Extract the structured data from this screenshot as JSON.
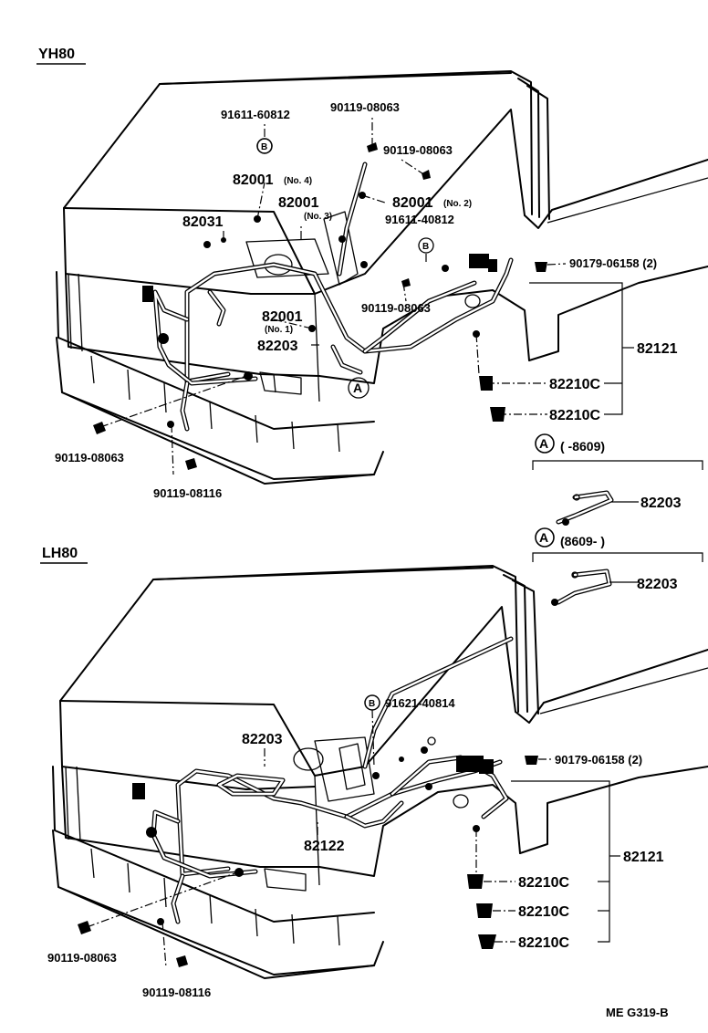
{
  "sections": {
    "top": {
      "title": "YH80"
    },
    "bottom": {
      "title": "LH80"
    }
  },
  "labels": {
    "p91611_60812": "91611-60812",
    "p90119_08063_a": "90119-08063",
    "p90119_08063_b": "90119-08063",
    "p82001_no4": "82001",
    "p82001_no4_note": "(No. 4)",
    "p82001_no3": "82001",
    "p82001_no3_note": "(No. 3)",
    "p82001_no2": "82001",
    "p82001_no2_note": "(No. 2)",
    "p91611_40812": "91611-40812",
    "p82031": "82031",
    "p90179_06158_top": "90179-06158 (2)",
    "p90119_08063_c": "90119-08063",
    "p82001_no1": "82001",
    "p82001_no1_note": "(No. 1)",
    "p82203_top": "82203",
    "p82121_top": "82121",
    "p82210c_top1": "82210C",
    "p82210c_top2": "82210C",
    "p90119_08063_d": "90119-08063",
    "p90119_08116_top": "90119-08116",
    "inset1_range": "(       -8609)",
    "inset1_part": "82203",
    "inset2_range": "(8609-        )",
    "inset2_part": "82203",
    "p82203_bottom": "82203",
    "p91621_40814": "91621-40814",
    "p90179_06158_bottom": "90179-06158 (2)",
    "p82122": "82122",
    "p82121_bottom": "82121",
    "p82210c_bot1": "82210C",
    "p82210c_bot2": "82210C",
    "p82210c_bot3": "82210C",
    "p90119_08063_e": "90119-08063",
    "p90119_08116_bottom": "90119-08116",
    "figure_code": "ME  G319-B"
  },
  "markers": {
    "circle_a": "A",
    "circle_b": "B"
  }
}
